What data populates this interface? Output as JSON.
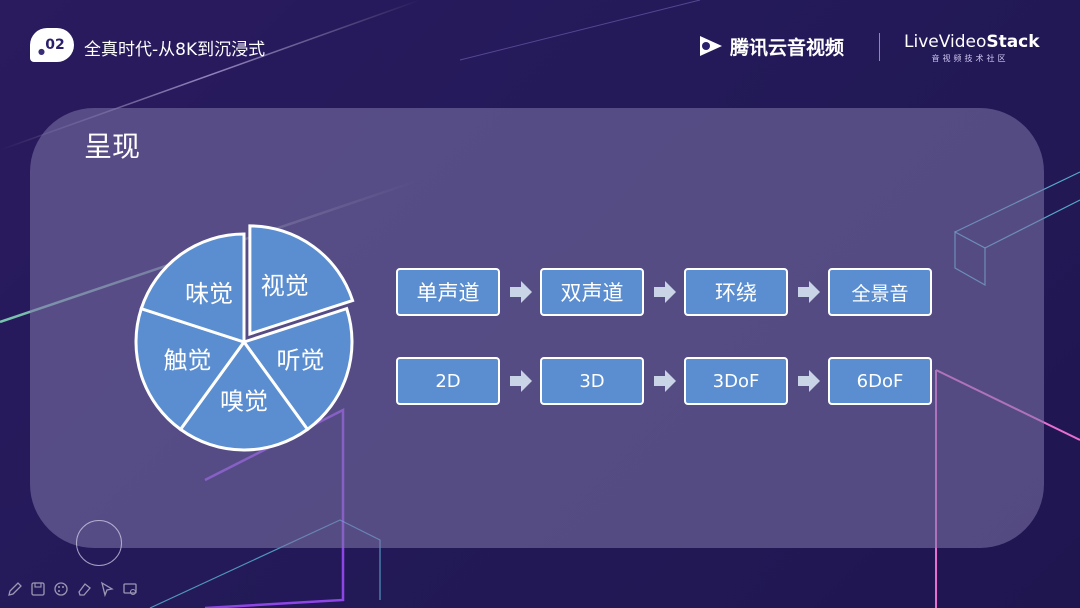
{
  "header": {
    "section_number": "02",
    "topic": "全真时代-从8K到沉浸式",
    "brand_name": "腾讯云音视频",
    "partner_name_prefix": "LiveVideo",
    "partner_name_bold": "Stack",
    "partner_subtitle": "音视频技术社区"
  },
  "main": {
    "title": "呈现",
    "senses": [
      {
        "label": "视觉",
        "highlighted": true
      },
      {
        "label": "听觉",
        "highlighted": false
      },
      {
        "label": "嗅觉",
        "highlighted": false
      },
      {
        "label": "触觉",
        "highlighted": false
      },
      {
        "label": "味觉",
        "highlighted": false
      }
    ],
    "audio_flow": [
      "单声道",
      "双声道",
      "环绕",
      "全景音"
    ],
    "video_flow": [
      "2D",
      "3D",
      "3DoF",
      "6DoF"
    ]
  },
  "colors": {
    "box_fill": "#5b8ed0",
    "box_border": "#ffffff",
    "arrow": "#c9d4e6",
    "panel": "#8076aa",
    "background": "#261a5c",
    "neon_pink": "#ff6fd8",
    "neon_purple": "#a14dff",
    "neon_cyan": "#6fe7ff"
  },
  "toolbar": {
    "icons": [
      "pen-icon",
      "save-icon",
      "palette-icon",
      "eraser-icon",
      "pointer-icon",
      "screen-icon"
    ]
  }
}
